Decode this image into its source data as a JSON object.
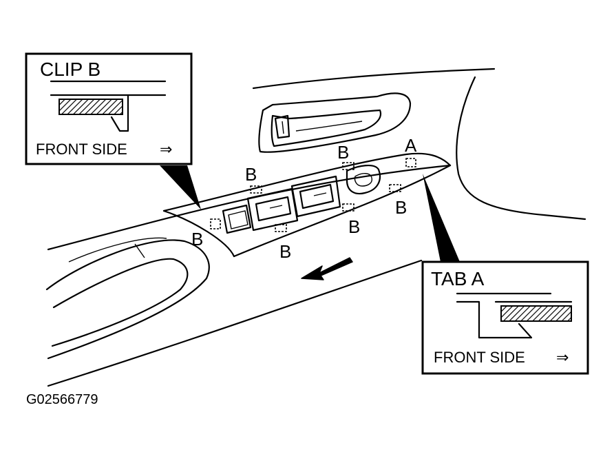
{
  "diagram": {
    "callouts": {
      "clip_b": {
        "title": "CLIP B",
        "note": "FRONT SIDE",
        "arrow_glyph": "⇒"
      },
      "tab_a": {
        "title": "TAB A",
        "note": "FRONT SIDE",
        "arrow_glyph": "⇒"
      }
    },
    "labels": {
      "tab_a_marker": "A",
      "clip_marker": "B"
    },
    "figure_id": "G02566779"
  }
}
